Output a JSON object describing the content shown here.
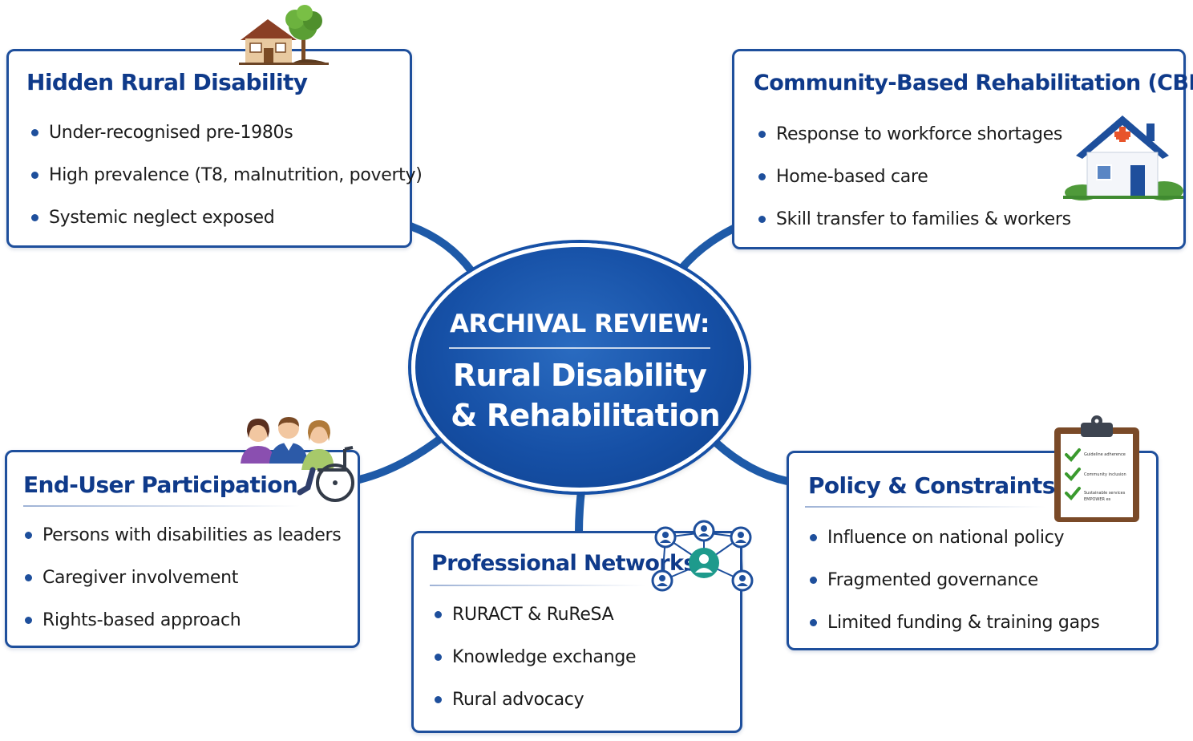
{
  "hub": {
    "kicker": "ARCHIVAL REVIEW:",
    "line1": "Rural Disability",
    "line2": "& Rehabilitation"
  },
  "cards": {
    "hidden_rural": {
      "title": "Hidden Rural Disability",
      "items": [
        "Under-recognised pre-1980s",
        "High prevalence (T8, malnutrition, poverty)",
        "Systemic neglect exposed"
      ],
      "icon": "house-tree-icon"
    },
    "cbr": {
      "title": "Community-Based Rehabilitation (CBR)",
      "items": [
        "Response to workforce shortages",
        "Home-based care",
        "Skill transfer to families & workers"
      ],
      "icon": "clinic-house-icon"
    },
    "end_user": {
      "title": "End-User Participation",
      "items": [
        "Persons with disabilities as leaders",
        "Caregiver involvement",
        "Rights-based approach"
      ],
      "icon": "people-wheelchair-icon"
    },
    "networks": {
      "title": "Professional Networks",
      "items": [
        "RURACT & RuReSA",
        "Knowledge exchange",
        "Rural advocacy"
      ],
      "icon": "network-people-icon"
    },
    "policy": {
      "title": "Policy & Constraints",
      "items": [
        "Influence on national policy",
        "Fragmented governance",
        "Limited funding & training gaps"
      ],
      "icon": "clipboard-checklist-icon",
      "clipboard_lines": [
        "Guideline adherence",
        "Community inclusion",
        "Sustainable services",
        "EMPOWER es"
      ]
    }
  },
  "colors": {
    "primary": "#1e4f9c",
    "title": "#0f3a8a",
    "hub": "#1650a6",
    "accent_cross": "#e8542a",
    "check": "#3a9a2e",
    "network_center": "#1e9a8c"
  }
}
